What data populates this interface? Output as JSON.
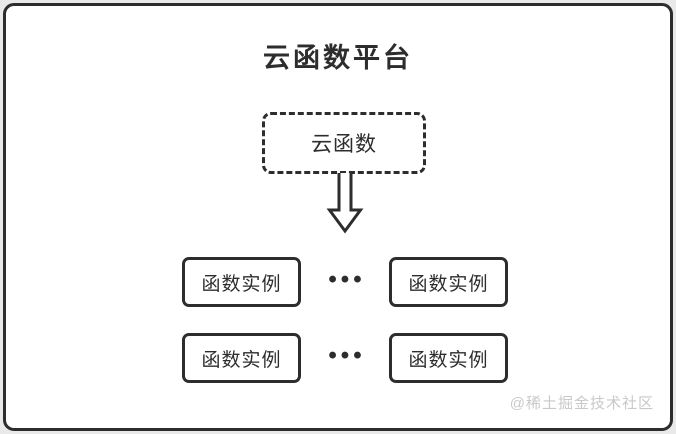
{
  "diagram": {
    "title": "云函数平台",
    "source_node": {
      "label": "云函数"
    },
    "arrow": {
      "direction": "down"
    },
    "instances": [
      {
        "label": "函数实例"
      },
      {
        "label": "函数实例"
      },
      {
        "label": "函数实例"
      },
      {
        "label": "函数实例"
      }
    ],
    "ellipsis": "•••",
    "watermark": "@稀土掘金技术社区",
    "colors": {
      "stroke": "#2d2d2d",
      "canvas": "#ffffff",
      "outer_background": "#e9e9e9",
      "watermark": "#c9c9c9"
    }
  }
}
